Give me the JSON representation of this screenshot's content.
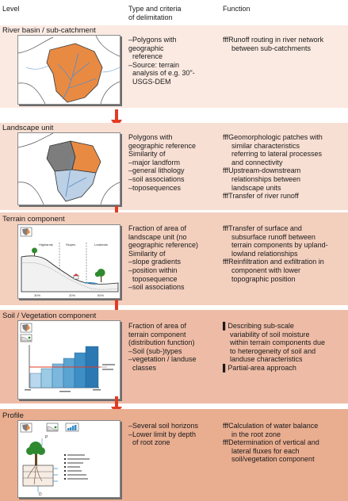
{
  "header": {
    "level": "Level",
    "type_criteria": [
      "Type and criteria",
      "of delimitation"
    ],
    "function": "Function"
  },
  "colors": {
    "band1": "#fbeae2",
    "band2": "#f8dfd3",
    "band3": "#f3cfbe",
    "band4": "#eebca6",
    "band5": "#e9ad90",
    "arrow": "#e23b25",
    "catchment_fill": "#e98a43",
    "terrain_gray": "#7d7d7d",
    "terrain_blue": "#bcd0e6",
    "bar_blue": "#3d8fc6",
    "tree_green": "#2f8a2f"
  },
  "levels": [
    {
      "name": "River basin / sub-catchment",
      "criteria": [
        "–Polygons with",
        "geographic",
        "reference",
        "–Source: terrain",
        "analysis of e.g. 30\"-",
        "USGS-DEM"
      ],
      "functions": [
        "fffRunoff routing in river network",
        "between sub-catchments"
      ]
    },
    {
      "name": "Landscape unit",
      "criteria": [
        "Polygons with",
        "geographic reference",
        "Similarity of",
        "–major landform",
        "–general lithology",
        "–soil associations",
        "–toposequences"
      ],
      "functions": [
        "fffGeomorphologic patches with",
        "similar characteristics",
        "referring to lateral processes",
        "and connectivity",
        "fffUpstream-downstream",
        "relationships between",
        "landscape units",
        "fffTransfer of river runoff"
      ]
    },
    {
      "name": "Terrain component",
      "criteria": [
        "Fraction of area of",
        "landscape unit (no",
        "geographic reference)",
        "Similarity of",
        "–slope gradients",
        "–position within",
        "toposequence",
        "–soil associations"
      ],
      "functions": [
        "fffTransfer of surface and",
        "subsurface runoff between",
        "terrain components by upland-",
        "lowland relationships",
        "fffReinfiltration and exfiltration in",
        "component with lower",
        "topographic position"
      ],
      "panel_labels": [
        "Highlands",
        "Slopes",
        "Lowlands"
      ],
      "panel_percents": [
        "30%",
        "20%",
        "50%"
      ]
    },
    {
      "name": "Soil / Vegetation component",
      "criteria": [
        "Fraction of area of",
        "terrain component",
        "(distribution function)",
        "–Soil (sub-)types",
        "–vegetation / landuse",
        "classes"
      ],
      "functions": [
        "▌Describing sub-scale",
        "variability of soil moisture",
        "within terrain components due",
        "to heterogeneity of soil and",
        "landuse characteristics",
        "▌Partial-area approach"
      ]
    },
    {
      "name": "Profile",
      "criteria": [
        "–Several soil horizons",
        "–Lower limit by depth",
        "of root zone"
      ],
      "functions": [
        "fffCalculation of water balance",
        "in the root zone",
        "fffDetermination of vertical and",
        "lateral fluxes for each",
        "soil/vegetation component"
      ]
    }
  ]
}
